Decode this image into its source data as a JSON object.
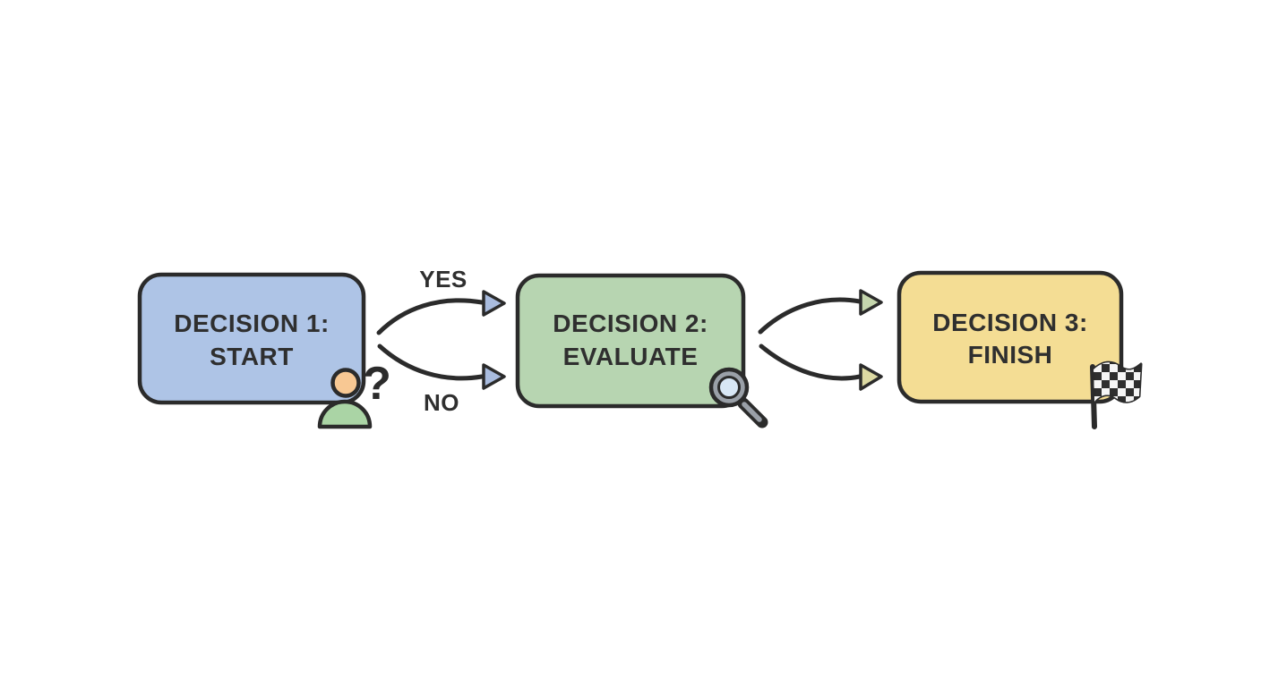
{
  "diagram": {
    "type": "flowchart",
    "background": "#ffffff",
    "stroke_color": "#2b2b2b",
    "text_color": "#2f2f2f",
    "nodes": [
      {
        "id": "decision-1",
        "label_line1": "DECISION 1:",
        "label_line2": "START",
        "fill": "#aec4e6",
        "icon": "person-question-icon"
      },
      {
        "id": "decision-2",
        "label_line1": "DECISION 2:",
        "label_line2": "EVALUATE",
        "fill": "#b7d5b1",
        "icon": "magnifier-icon"
      },
      {
        "id": "decision-3",
        "label_line1": "DECISION 3:",
        "label_line2": "FINISH",
        "fill": "#f4dd94",
        "icon": "checkered-flag-icon"
      }
    ],
    "edges": [
      {
        "from": "decision-1",
        "to": "decision-2",
        "label": "YES",
        "arrowhead_fill": "#a9bcdf"
      },
      {
        "from": "decision-1",
        "to": "decision-2",
        "label": "NO",
        "arrowhead_fill": "#a9bcdf"
      },
      {
        "from": "decision-2",
        "to": "decision-3",
        "label": "",
        "arrowhead_fill": "#c5d6ad"
      },
      {
        "from": "decision-2",
        "to": "decision-3",
        "label": "",
        "arrowhead_fill": "#dcd9a3"
      }
    ],
    "icon_colors": {
      "person_head": "#f8c893",
      "person_body": "#aad4a5",
      "magnifier_ring": "#9aa0a8",
      "magnifier_lens": "#d8e7f5",
      "flag_dark": "#2e2e2e",
      "flag_light": "#f5f5f5"
    },
    "icons": {
      "question_glyph": "?"
    }
  }
}
